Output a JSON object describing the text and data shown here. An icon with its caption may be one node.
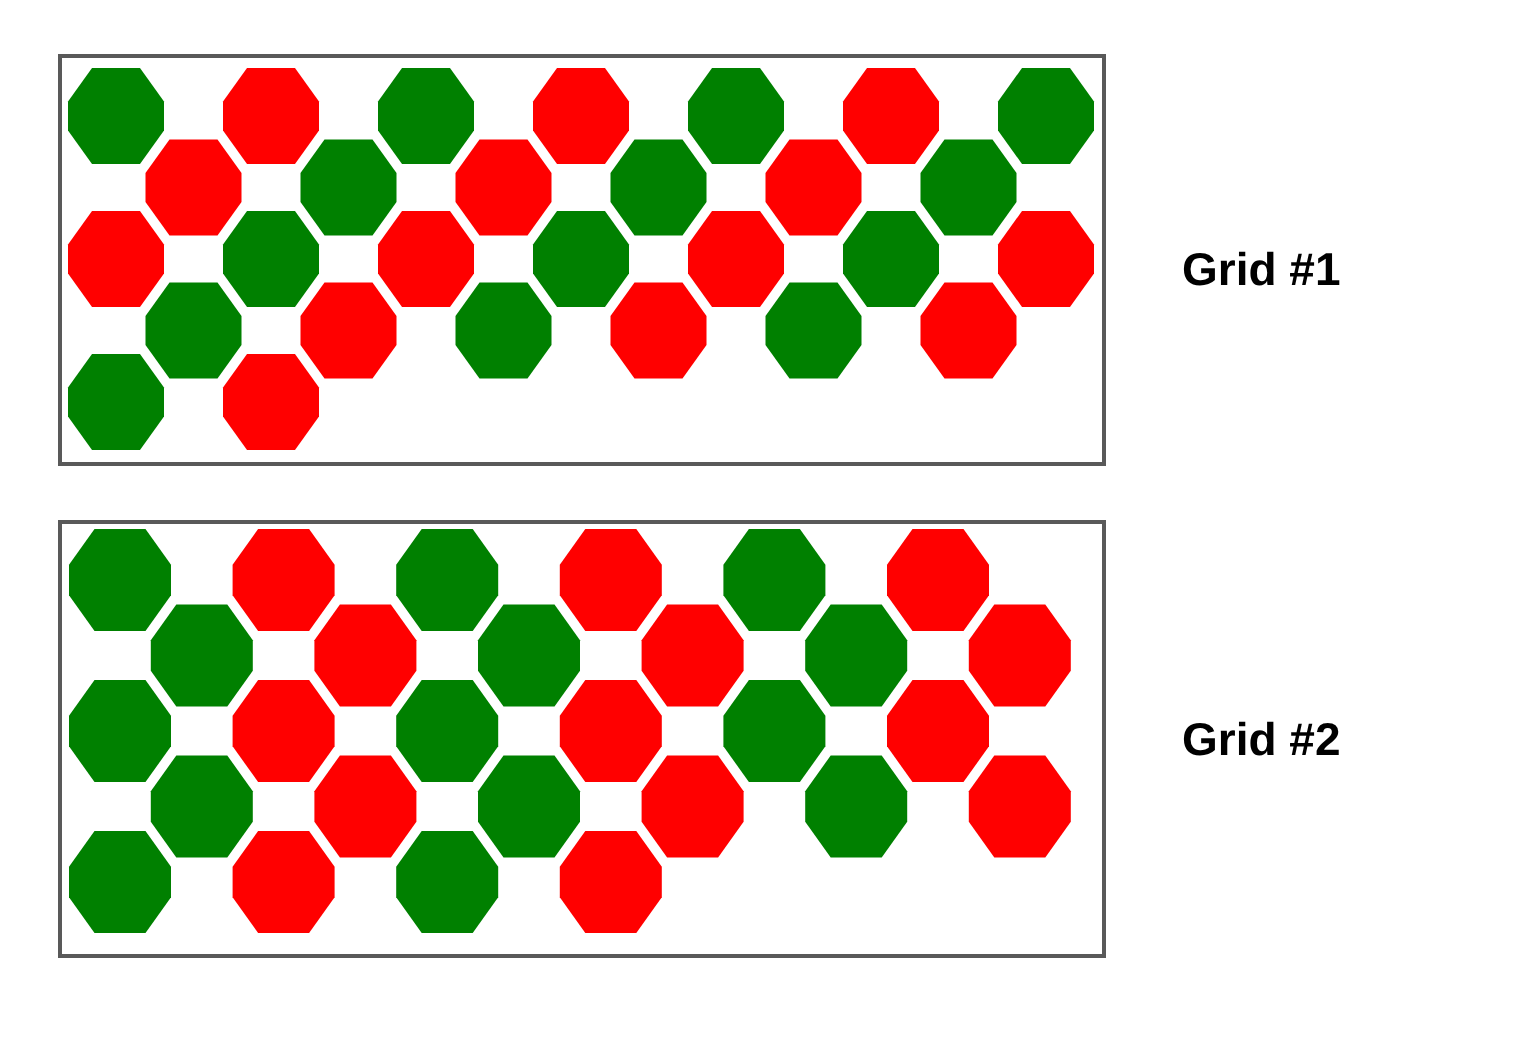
{
  "diagram": {
    "nodes": [
      {
        "text": [],
        "shape": "box",
        "beside": [
          "Grid #1"
        ]
      },
      {
        "text": [],
        "shape": "box",
        "beside": [
          "Grid #2"
        ]
      }
    ]
  }
}
